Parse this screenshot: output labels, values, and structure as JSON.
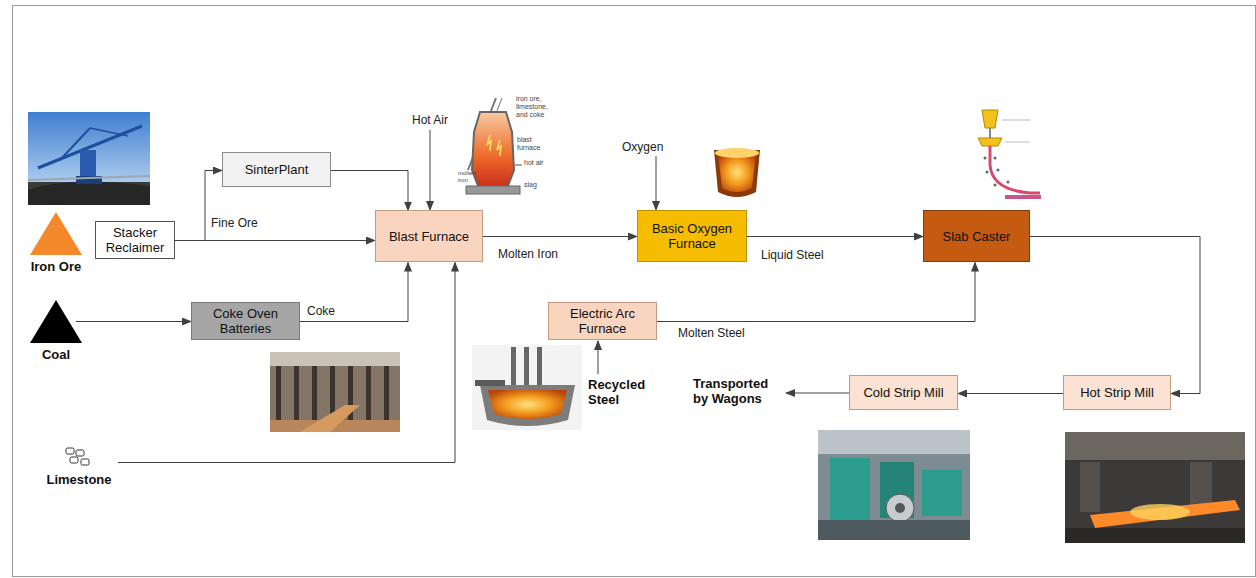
{
  "diagram": {
    "nodes": [
      {
        "text": [
          "Iron Ore"
        ]
      },
      {
        "text": [
          "Stacker Reclaimer"
        ]
      },
      {
        "text": [
          "SinterPlant"
        ]
      },
      {
        "text": [
          "Blast Furnace"
        ]
      },
      {
        "text": [
          "Coal"
        ]
      },
      {
        "text": [
          "Coke Oven Batteries"
        ]
      },
      {
        "text": [
          "Limestone"
        ]
      },
      {
        "text": [
          "Basic Oxygen Furnace"
        ]
      },
      {
        "text": [
          "Electric Arc Furnace"
        ]
      },
      {
        "text": [
          "Slab Caster"
        ]
      },
      {
        "text": [
          "Hot Strip Mill"
        ]
      },
      {
        "text": [
          "Cold Strip Mill"
        ]
      }
    ],
    "edges": [
      {
        "from": 1,
        "to": 2,
        "arrow": "to"
      },
      {
        "from": 1,
        "to": 3,
        "label": "Fine Ore",
        "arrow": "to"
      },
      {
        "from": 2,
        "to": 3,
        "arrow": "to"
      },
      {
        "from": 4,
        "to": 5,
        "arrow": "to"
      },
      {
        "from": 5,
        "to": 3,
        "label": "Coke",
        "arrow": "to"
      },
      {
        "from": 6,
        "to": 3,
        "arrow": "to"
      },
      {
        "from": 3,
        "to": 7,
        "label": "Molten Iron",
        "arrow": "to"
      },
      {
        "from": 7,
        "to": 9,
        "label": "Liquid Steel",
        "arrow": "to"
      },
      {
        "from": 8,
        "to": 9,
        "label": "Molten Steel",
        "arrow": "to"
      },
      {
        "from": 9,
        "to": 10,
        "arrow": "to"
      },
      {
        "from": 10,
        "to": 11,
        "arrow": "to"
      }
    ],
    "labels": [
      "Hot Air",
      "Oxygen",
      "Recycled Steel",
      "Transported by Wagons",
      "iron ore, limestone, and coke",
      "blast furnace",
      "hot air",
      "molten iron",
      "slag"
    ]
  }
}
